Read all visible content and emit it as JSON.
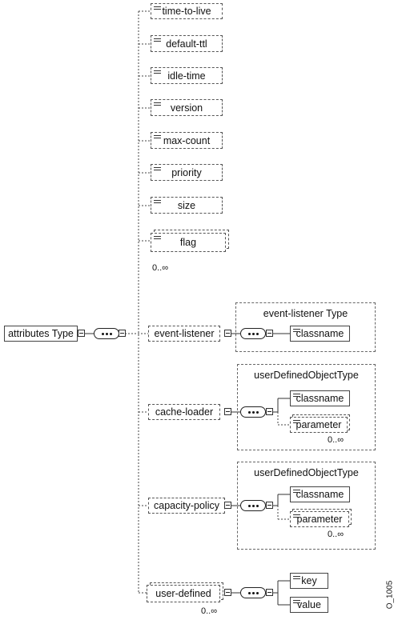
{
  "root": {
    "label": "attributes Type"
  },
  "elements": [
    {
      "label": "time-to-live"
    },
    {
      "label": "default-ttl"
    },
    {
      "label": "idle-time"
    },
    {
      "label": "version"
    },
    {
      "label": "max-count"
    },
    {
      "label": "priority"
    },
    {
      "label": "size"
    },
    {
      "label": "flag",
      "cardinality": "0..∞"
    }
  ],
  "complex": [
    {
      "label": "event-listener",
      "type": "event-listener Type",
      "children": [
        {
          "label": "classname"
        }
      ]
    },
    {
      "label": "cache-loader",
      "type": "userDefinedObjectType",
      "children": [
        {
          "label": "classname"
        },
        {
          "label": "parameter",
          "cardinality": "0..∞"
        }
      ]
    },
    {
      "label": "capacity-policy",
      "type": "userDefinedObjectType",
      "children": [
        {
          "label": "classname"
        },
        {
          "label": "parameter",
          "cardinality": "0..∞"
        }
      ]
    },
    {
      "label": "user-defined",
      "cardinality": "0..∞",
      "children": [
        {
          "label": "key"
        },
        {
          "label": "value"
        }
      ]
    }
  ],
  "figure_id": "O_1005",
  "colors": {
    "line": "#444444",
    "background": "#ffffff"
  }
}
